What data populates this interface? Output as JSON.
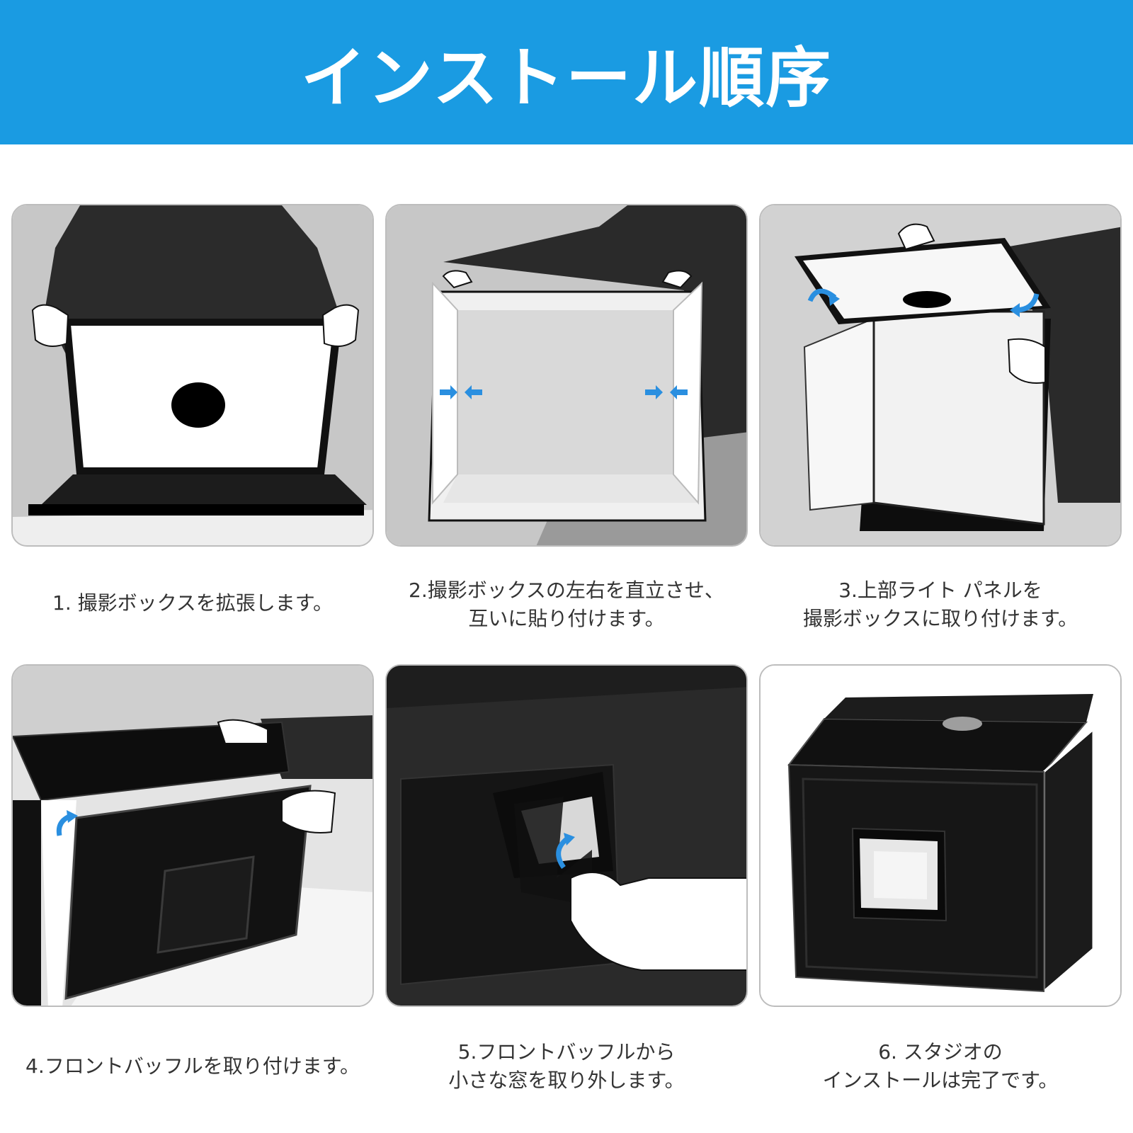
{
  "header": {
    "title": "インストール順序"
  },
  "colors": {
    "banner": "#1a9be2",
    "arrow": "#2a8fe0"
  },
  "steps": [
    {
      "lines": [
        "1. 撮影ボックスを拡張します。"
      ]
    },
    {
      "lines": [
        "2.撮影ボックスの左右を直立させ、",
        "互いに貼り付けます。"
      ]
    },
    {
      "lines": [
        "3.上部ライト パネルを",
        "撮影ボックスに取り付けます。"
      ]
    },
    {
      "lines": [
        "4.フロントバッフルを取り付けます。"
      ]
    },
    {
      "lines": [
        "5.フロントバッフルから",
        "小さな窓を取り外します。"
      ]
    },
    {
      "lines": [
        "6. スタジオの",
        "インストールは完了です。"
      ]
    }
  ]
}
